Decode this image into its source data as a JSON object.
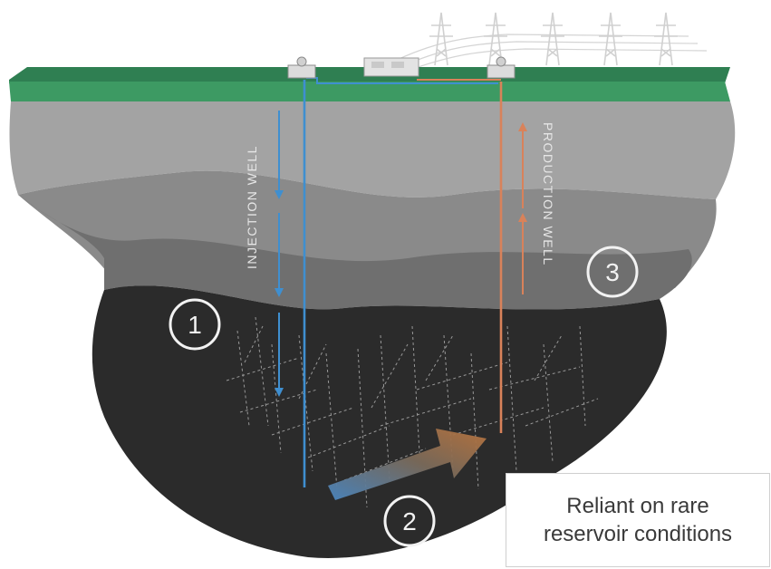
{
  "labels": {
    "injection_well": "INJECTION WELL",
    "production_well": "PRODUCTION WELL"
  },
  "steps": [
    {
      "number": "1"
    },
    {
      "number": "2"
    },
    {
      "number": "3"
    }
  ],
  "callout": {
    "line1": "Reliant on rare",
    "line2": "reservoir conditions"
  },
  "colors": {
    "ground_top": "#2e7d4f",
    "injection": "#3f8fd0",
    "production": "#d9825a",
    "deep_rock": "#2b2b2b"
  },
  "icons": [
    "transmission-tower-icon",
    "power-plant-icon",
    "wellhead-icon"
  ]
}
